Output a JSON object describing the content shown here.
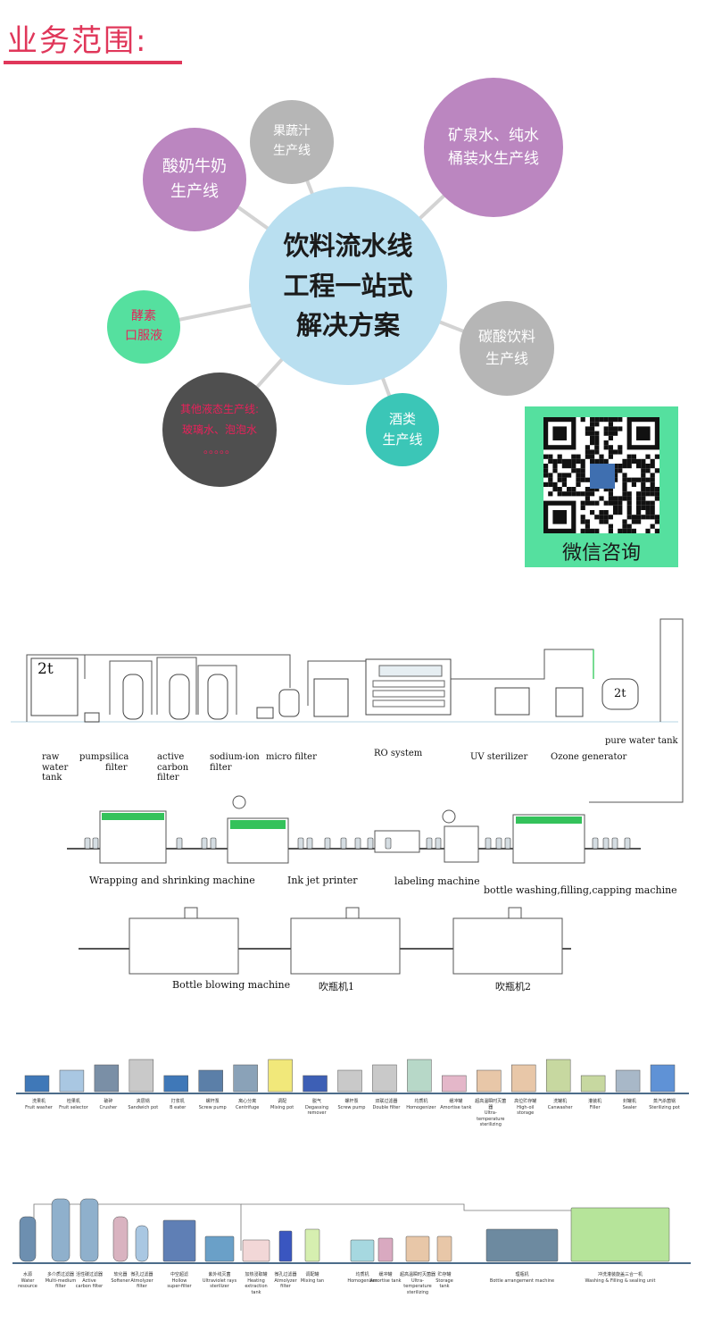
{
  "header": {
    "title": "业务范围:"
  },
  "mindmap": {
    "hub": "饮料流水线\n工程一站式\n 解决方案",
    "nodes": [
      {
        "id": "fruit",
        "label": "果蔬汁\n生产线",
        "color": "#b6b6b6"
      },
      {
        "id": "yogurt",
        "label": "酸奶牛奶\n生产线",
        "color": "#bb86c0"
      },
      {
        "id": "water",
        "label": "矿泉水、纯水\n桶装水生产线",
        "color": "#bb86c0"
      },
      {
        "id": "enzyme",
        "label": "酵素\n口服液",
        "color": "#55e09f",
        "text_color": "#e8215a"
      },
      {
        "id": "carbon",
        "label": "碳酸饮料\n生产线",
        "color": "#b6b6b6"
      },
      {
        "id": "liquor",
        "label": "酒类\n生产线",
        "color": "#3bc6b7"
      },
      {
        "id": "other",
        "label": "其他液态生产线:\n玻璃水、泡泡水\n。。。。。",
        "color": "#4f4f4f",
        "text_color": "#e8215a"
      }
    ],
    "hub_color": "#b9dff0"
  },
  "qr": {
    "caption": "微信咨询",
    "frame_color": "#55e09f"
  },
  "water_line": {
    "tank_label": "2t",
    "tank2_label": "2t",
    "labels": [
      {
        "id": "raw",
        "text": "raw\nwater\ntank"
      },
      {
        "id": "pump",
        "text": "pump"
      },
      {
        "id": "silica",
        "text": "silica\nfilter"
      },
      {
        "id": "active",
        "text": "active\ncarbon\nfilter"
      },
      {
        "id": "sodium",
        "text": "sodium-ion\nfilter"
      },
      {
        "id": "micro",
        "text": "micro filter"
      },
      {
        "id": "ro",
        "text": "RO system"
      },
      {
        "id": "uv",
        "text": "UV sterilizer"
      },
      {
        "id": "ozone",
        "text": "Ozone generator"
      },
      {
        "id": "purewt",
        "text": "pure water tank"
      }
    ]
  },
  "bottling_line": {
    "labels": [
      {
        "id": "wrap",
        "text": "Wrapping and shrinking machine"
      },
      {
        "id": "inkjet",
        "text": "Ink jet printer"
      },
      {
        "id": "label",
        "text": "labeling machine"
      },
      {
        "id": "wash",
        "text": "bottle washing,filling,capping machine"
      }
    ]
  },
  "blowing_line": {
    "labels": [
      {
        "id": "blow",
        "text": "Bottle blowing machine"
      },
      {
        "id": "blow1",
        "text": "吹瓶机1"
      },
      {
        "id": "blow2",
        "text": "吹瓶机2"
      }
    ]
  },
  "juice_line": {
    "labels": [
      "洗果机\nFruit washer",
      "检果机\nFruit selector",
      "破碎\nCrusher",
      "夹层锅\nSandwich pot",
      "打浆机\nB eater",
      "螺杆泵\nScrew pump",
      "离心分离\nCentrifuge",
      "调配\nMixing pot",
      "脱气\nDegassing remover",
      "螺杆泵\nScrew pump",
      "双联过滤器\nDouble filter",
      "均质机\nHomogenizer",
      "缓冲罐\nAmortise tank",
      "超高温瞬时灭菌器\nUltra-temperature sterilizing",
      "高位贮存罐\nHigh-oil storage",
      "洗罐机\nCanwasher",
      "灌装机\nFiller",
      "封罐机\nSealer",
      "蒸汽杀菌锅\nSterilizing pot"
    ]
  },
  "beverage_line": {
    "labels": [
      "水源\nWater\nresource",
      "多介质过滤器\nMulti-medium\nfilter",
      "活性碳过滤器\nActive\ncarbon filter",
      "软化器\nSoftener",
      "微孔过滤器\nAtmolyzer\nfilter",
      "中空超滤\nHollow\nsuper-filter",
      "紫外线灭菌\nUltraviolet rays\nsterilizer",
      "加热浸取罐\nHeating extraction\ntank",
      "微孔过滤器\nAtmolyzer\nfilter",
      "调配罐\nMixing tan",
      "均质机\nHomogenizer",
      "缓冲罐\nAmortise tank",
      "超高温瞬时灭菌器\nUltra-temperature\nsterilizing",
      "贮存罐\nStorage\ntank",
      "理瓶机\nBottle arrangement machine",
      "冲洗灌装旋盖三合一机\nWashing & Filling & sealing unit"
    ]
  }
}
